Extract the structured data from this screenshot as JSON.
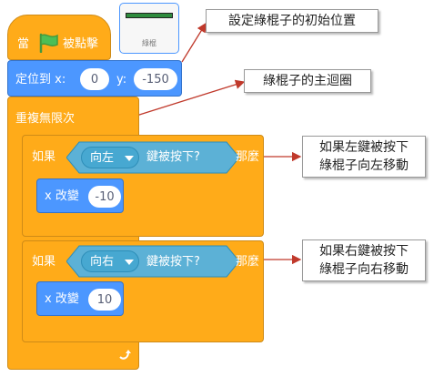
{
  "hat": {
    "when_label": "當",
    "clicked_label": "被點擊",
    "flag_icon": "green-flag-icon",
    "color": "#ffab19"
  },
  "sprite": {
    "name": "綠棍",
    "bar_color": "#2e8b3d"
  },
  "goto": {
    "label": "定位到 x:",
    "x_value": "0",
    "y_label": "y:",
    "y_value": "-150",
    "color": "#4c97ff"
  },
  "forever": {
    "label": "重複無限次",
    "loop_icon": "loop-arrow-icon",
    "color": "#ffab19"
  },
  "if_left": {
    "if_label": "如果",
    "key_option": "向左",
    "key_suffix": "鍵被按下?",
    "then_label": "那麼",
    "sensing_color": "#5cb1d6"
  },
  "change_left": {
    "label": "x 改變",
    "value": "-10"
  },
  "if_right": {
    "if_label": "如果",
    "key_option": "向右",
    "key_suffix": "鍵被按下?",
    "then_label": "那麼"
  },
  "change_right": {
    "label": "x 改變",
    "value": "10"
  },
  "callouts": {
    "initial_position": "設定綠棍子的初始位置",
    "main_loop": "綠棍子的主迴圈",
    "left_line1": "如果左鍵被按下",
    "left_line2": "綠棍子向左移動",
    "right_line1": "如果右鍵被按下",
    "right_line2": "綠棍子向右移動"
  },
  "arrow_color": "#c0392b"
}
